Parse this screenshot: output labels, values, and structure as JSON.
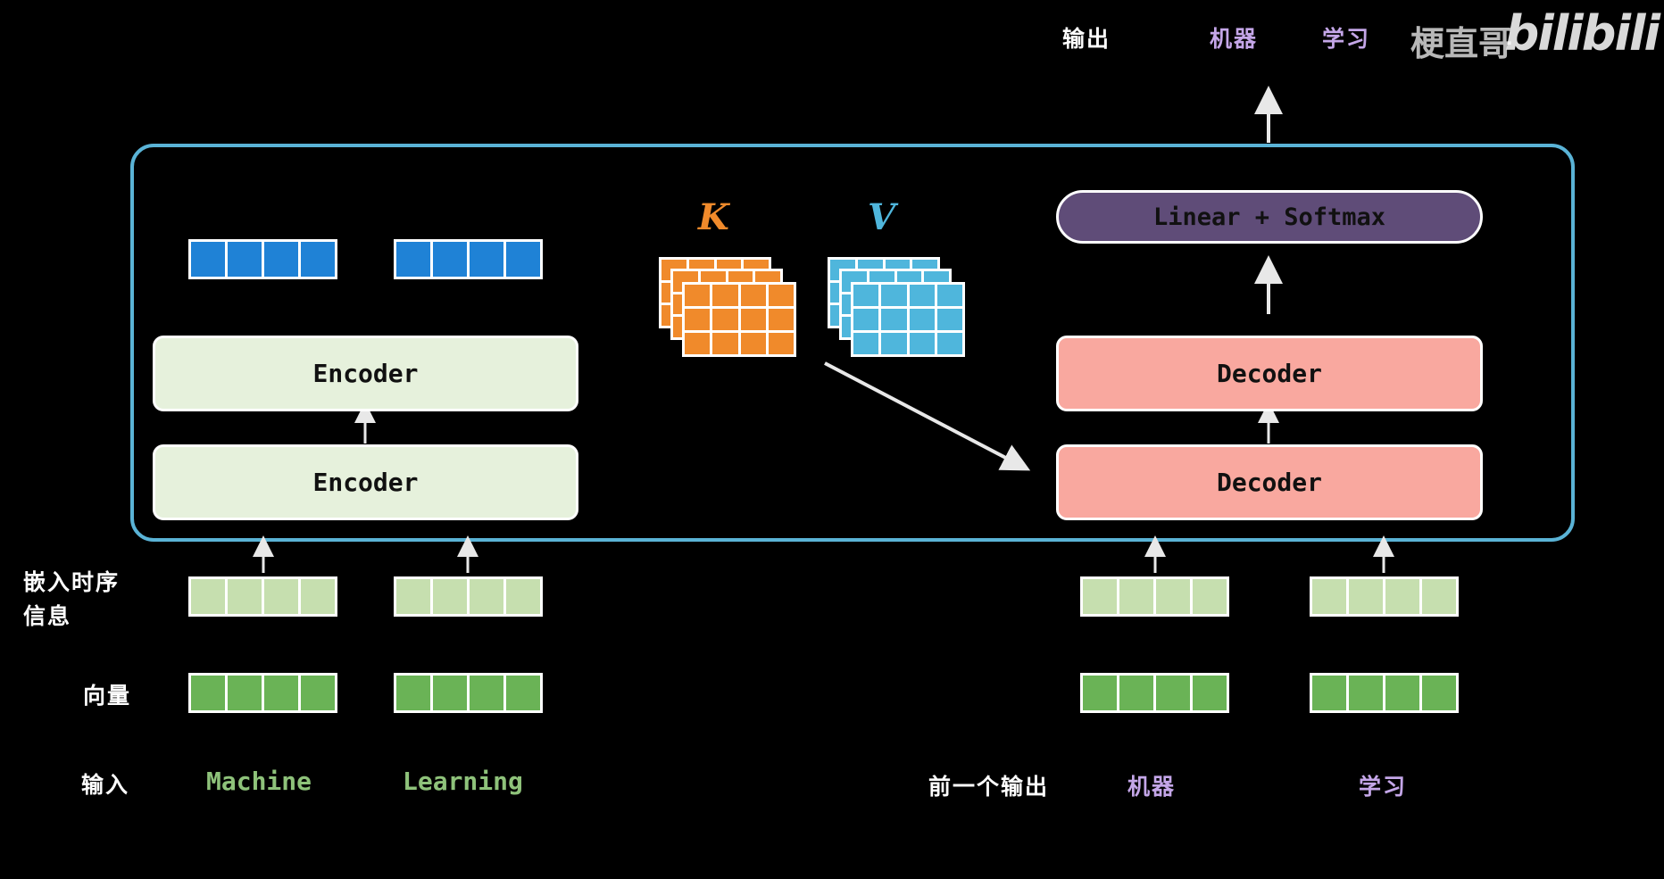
{
  "output_row": {
    "label": "输出",
    "tokens": [
      "机器",
      "学习"
    ]
  },
  "watermark": {
    "text": "梗直哥",
    "logo": "bilibili"
  },
  "keys": {
    "k": "K",
    "v": "V"
  },
  "encoder": {
    "top_label": "Encoder",
    "bottom_label": "Encoder"
  },
  "decoder": {
    "top_label": "Decoder",
    "bottom_label": "Decoder"
  },
  "linear_softmax": "Linear + Softmax",
  "left_labels": {
    "positional": "嵌入时序\n信息",
    "vector": "向量",
    "input": "输入"
  },
  "inputs": [
    "Machine",
    "Learning"
  ],
  "prev_output": {
    "label": "前一个输出",
    "tokens": [
      "机器",
      "学习"
    ]
  },
  "colors": {
    "frame": "#5ab3d6",
    "encoder": "#e6f1dc",
    "decoder": "#f9a89f",
    "linear": "#5f4c78",
    "k": "#f08a2b",
    "v": "#4fb6dc",
    "vec_blue": "#1f82d6",
    "vec_light": "#c6dfaf",
    "vec_green": "#6ab356",
    "token_purple": "#c4a6e8",
    "input_green": "#8ec27a"
  }
}
